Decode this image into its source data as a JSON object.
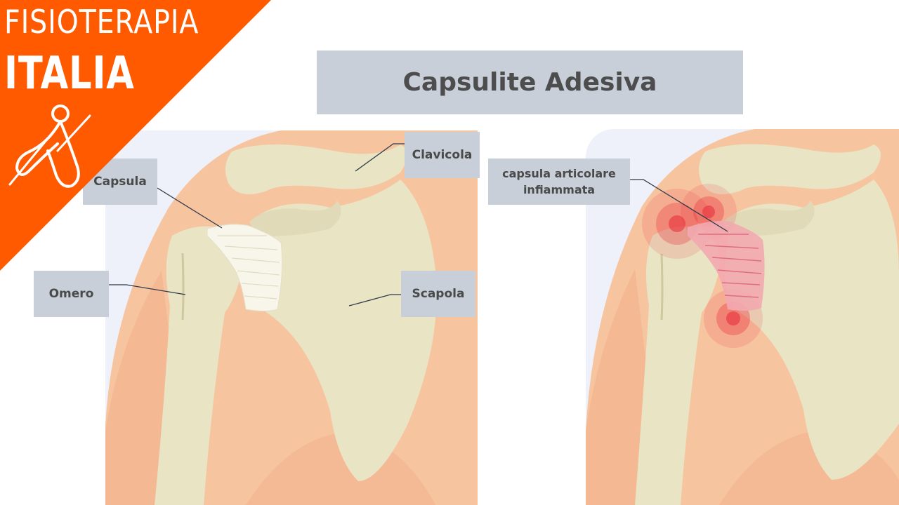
{
  "brand": {
    "line1": "FISIOTERAPIA",
    "line2": "ITALIA",
    "icon": "figure-logo-icon",
    "color": "#ff5a00"
  },
  "title": "Capsulite Adesiva",
  "labels": {
    "capsula": "Capsula",
    "clavicola": "Clavicola",
    "omero": "Omero",
    "scapola": "Scapola",
    "capsula_infiammata": "capsula articolare infiammata"
  },
  "colors": {
    "label_bg": "#c8cfd8",
    "skin": "#f7c4a0",
    "bone": "#e9e4c4",
    "inflammation": "#e8323c"
  }
}
